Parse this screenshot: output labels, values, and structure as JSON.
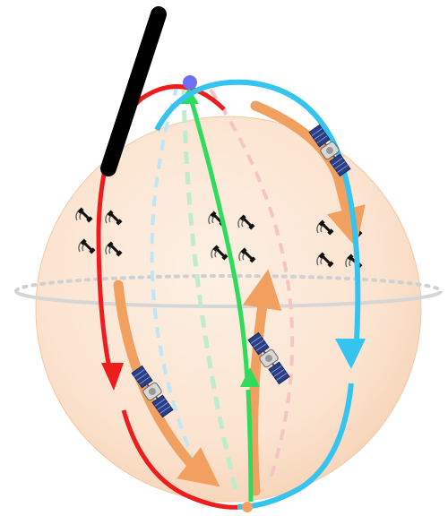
{
  "figure": {
    "colors": {
      "sphere_fill": "#fbe3cf",
      "sphere_edge": "#f3c9a6",
      "equator": "#cfcfcf",
      "orbit_red": "#ee1c1c",
      "orbit_green": "#2edb5a",
      "orbit_blue": "#35c3f0",
      "trajectory_orange": "#f2a060",
      "pole_marker": "#6f6ff5",
      "antenna": "#000000"
    },
    "icons": {
      "satellite": "satellite-icon",
      "ground_station": "ground-station-icon",
      "antenna_mast": "antenna-mast-icon",
      "pole_marker": "pole-marker-icon"
    },
    "orbits": [
      {
        "id": "red",
        "color": "#ee1c1c"
      },
      {
        "id": "green",
        "color": "#2edb5a"
      },
      {
        "id": "blue",
        "color": "#35c3f0"
      }
    ],
    "ground_station_clusters": [
      {
        "id": "left",
        "count": 4
      },
      {
        "id": "center",
        "count": 4
      },
      {
        "id": "right",
        "count": 4
      }
    ],
    "satellites": [
      {
        "id": "sat-top-right"
      },
      {
        "id": "sat-center"
      },
      {
        "id": "sat-bottom-left"
      }
    ]
  }
}
